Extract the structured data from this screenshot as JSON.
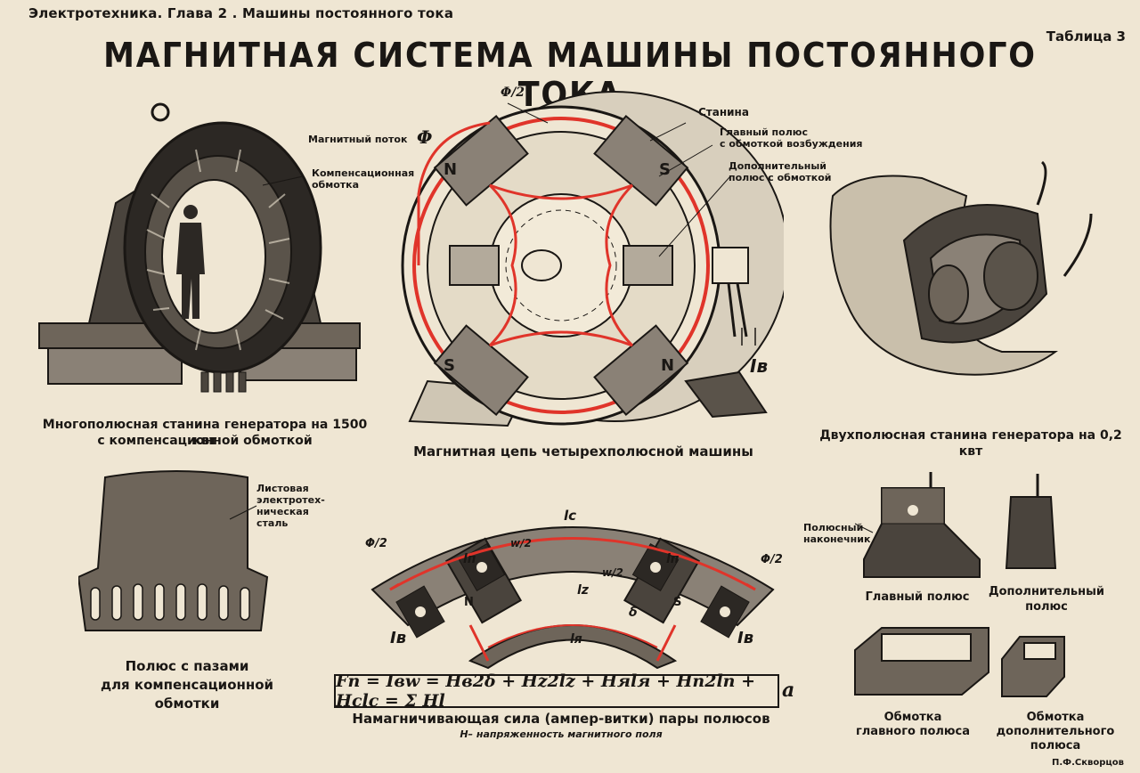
{
  "header": {
    "top_left": "Электротехника. Глава 2 . Машины постоянного тока",
    "table_no": "Таблица 3",
    "title": "МАГНИТНАЯ СИСТЕМА МАШИНЫ ПОСТОЯННОГО ТОКА"
  },
  "multipole": {
    "label_comp": "Компенсационная обмотка",
    "caption_l1": "Многополюсная станина генератора на 1500 квт",
    "caption_l2": "с компенсационной обмоткой"
  },
  "fourpole": {
    "flux_label": "Магнитный поток",
    "flux_sym": "Φ",
    "flux_half": "Φ/2",
    "stanina": "Станина",
    "main_pole_l1": "Главный полюс",
    "main_pole_l2": "с обмоткой возбуждения",
    "aux_pole_l1": "Дополнительный",
    "aux_pole_l2": "полюс с обмоткой",
    "N": "N",
    "S": "S",
    "Iv": "Iв",
    "caption": "Магнитная цепь четырехполюсной машины"
  },
  "twopole": {
    "caption": "Двухполюсная станина генератора на 0,2 квт"
  },
  "slot_pole": {
    "steel_l1": "Листовая",
    "steel_l2": "электротех-",
    "steel_l3": "ническая",
    "steel_l4": "сталь",
    "caption_l1": "Полюс с пазами",
    "caption_l2": "для компенсационной",
    "caption_l3": "обмотки"
  },
  "circuit": {
    "lc": "lс",
    "ln": "lп",
    "lz": "lz",
    "la": "lя",
    "delta": "δ",
    "w2": "w/2",
    "phi2": "Φ/2",
    "Iv": "Iв",
    "N": "N",
    "S": "S"
  },
  "formula": {
    "text": "Fп = Iвw = Hв2δ + Hz2lz + Hяlя + Hп2lп + Hсlс = Σ Hl",
    "tag": "a",
    "caption": "Намагничивающая сила (ампер-витки) пары полюсов",
    "subcaption": "H– напряженность магнитного поля"
  },
  "poles": {
    "tip_l1": "Полюсный",
    "tip_l2": "наконечник",
    "main": "Главный полюс",
    "aux_l1": "Дополнительный",
    "aux_l2": "полюс",
    "coil_main_l1": "Обмотка",
    "coil_main_l2": "главного полюса",
    "coil_aux_l1": "Обмотка",
    "coil_aux_l2": "дополнительного",
    "coil_aux_l3": "полюса"
  },
  "author": "П.Ф.Скворцов",
  "colors": {
    "paper": "#efe6d3",
    "ink": "#1a1714",
    "flux_red": "#e0342a"
  }
}
